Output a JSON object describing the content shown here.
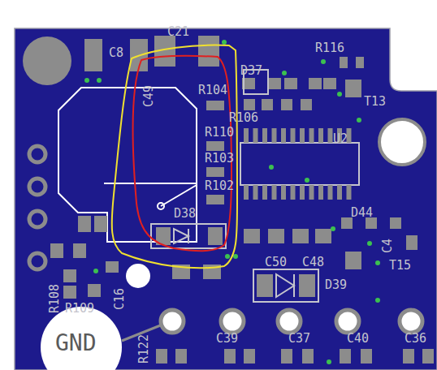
{
  "diagram": {
    "labels": [
      "C21",
      "C8",
      "C49",
      "R104",
      "D37",
      "R116",
      "R106",
      "T13",
      "U2",
      "R110",
      "R103",
      "R102",
      "D38",
      "D44",
      "T15",
      "C4",
      "C50",
      "C48",
      "D39",
      "GND",
      "C39",
      "C37",
      "C40",
      "C36",
      "R122",
      "R108",
      "R109",
      "C16"
    ]
  }
}
